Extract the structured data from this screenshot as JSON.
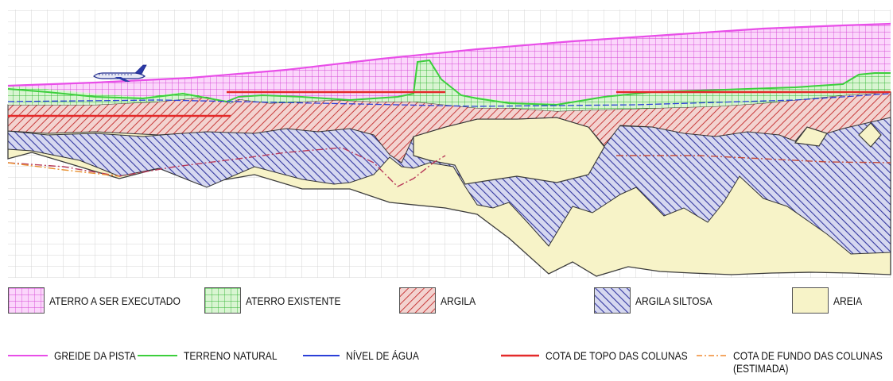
{
  "legend": {
    "fill_items": [
      {
        "key": "aterro_executar",
        "label": "ATERRO A SER EXECUTADO",
        "color": "#e060e0"
      },
      {
        "key": "aterro_existente",
        "label": "ATERRO EXISTENTE",
        "color": "#40c040"
      },
      {
        "key": "argila",
        "label": "ARGILA",
        "color": "#c83c3c"
      },
      {
        "key": "argila_siltosa",
        "label": "ARGILA SILTOSA",
        "color": "#3438a0"
      },
      {
        "key": "areia",
        "label": "AREIA",
        "color": "#f7f3c8"
      }
    ],
    "line_items": [
      {
        "key": "greide",
        "label": "GREIDE DA PISTA",
        "color": "#e84ee8"
      },
      {
        "key": "terreno",
        "label": "TERRENO NATURAL",
        "color": "#3ccf3c"
      },
      {
        "key": "nivel_agua",
        "label": "NÍVEL DE ÁGUA",
        "color": "#2b3fd8"
      },
      {
        "key": "cota_topo",
        "label": "COTA DE TOPO DAS COLUNAS",
        "color": "#e42a2a"
      },
      {
        "key": "cota_fundo",
        "label": "COTA DE FUNDO DAS COLUNAS",
        "label2": "(ESTIMADA)",
        "color": "#f08a30"
      }
    ]
  },
  "icons": [
    "airplane-icon"
  ]
}
